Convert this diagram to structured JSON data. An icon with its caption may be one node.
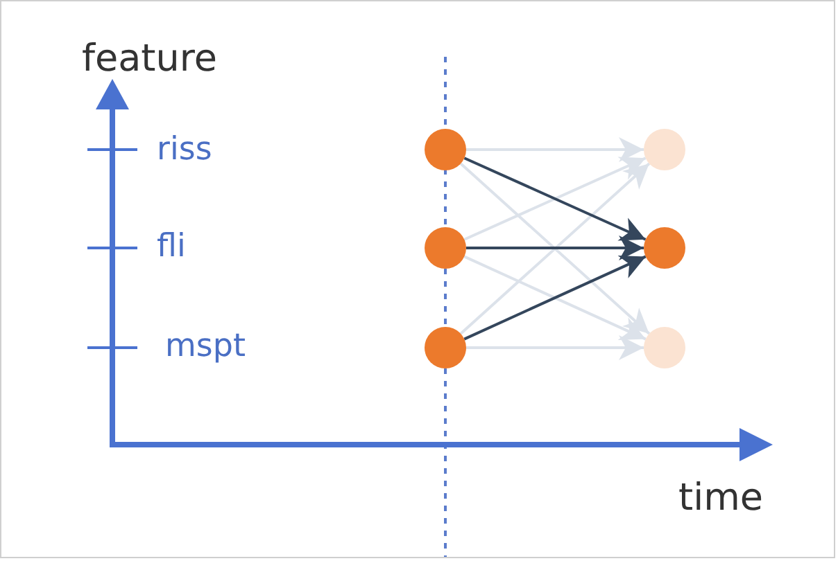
{
  "diagram": {
    "nodes": [
      {
        "text": [],
        "shape": "circle"
      },
      {
        "text": [],
        "shape": "circle"
      },
      {
        "text": [],
        "shape": "circle"
      },
      {
        "text": [],
        "shape": "circle"
      },
      {
        "text": [],
        "shape": "circle"
      },
      {
        "text": [],
        "shape": "circle"
      }
    ],
    "edges": [
      {
        "from": 0,
        "to": 3,
        "arrow": "to"
      },
      {
        "from": 1,
        "to": 3,
        "arrow": "to"
      },
      {
        "from": 2,
        "to": 3,
        "arrow": "to"
      },
      {
        "from": 0,
        "to": 5,
        "arrow": "to"
      },
      {
        "from": 1,
        "to": 5,
        "arrow": "to"
      },
      {
        "from": 2,
        "to": 5,
        "arrow": "to"
      },
      {
        "from": 0,
        "to": 4,
        "arrow": "to",
        "color": "#34465c"
      },
      {
        "from": 1,
        "to": 4,
        "arrow": "to",
        "color": "#34465c"
      },
      {
        "from": 2,
        "to": 4,
        "arrow": "to",
        "color": "#34465c"
      }
    ],
    "labels": [
      "feature",
      "riss",
      "fli",
      "mspt",
      "time"
    ]
  }
}
